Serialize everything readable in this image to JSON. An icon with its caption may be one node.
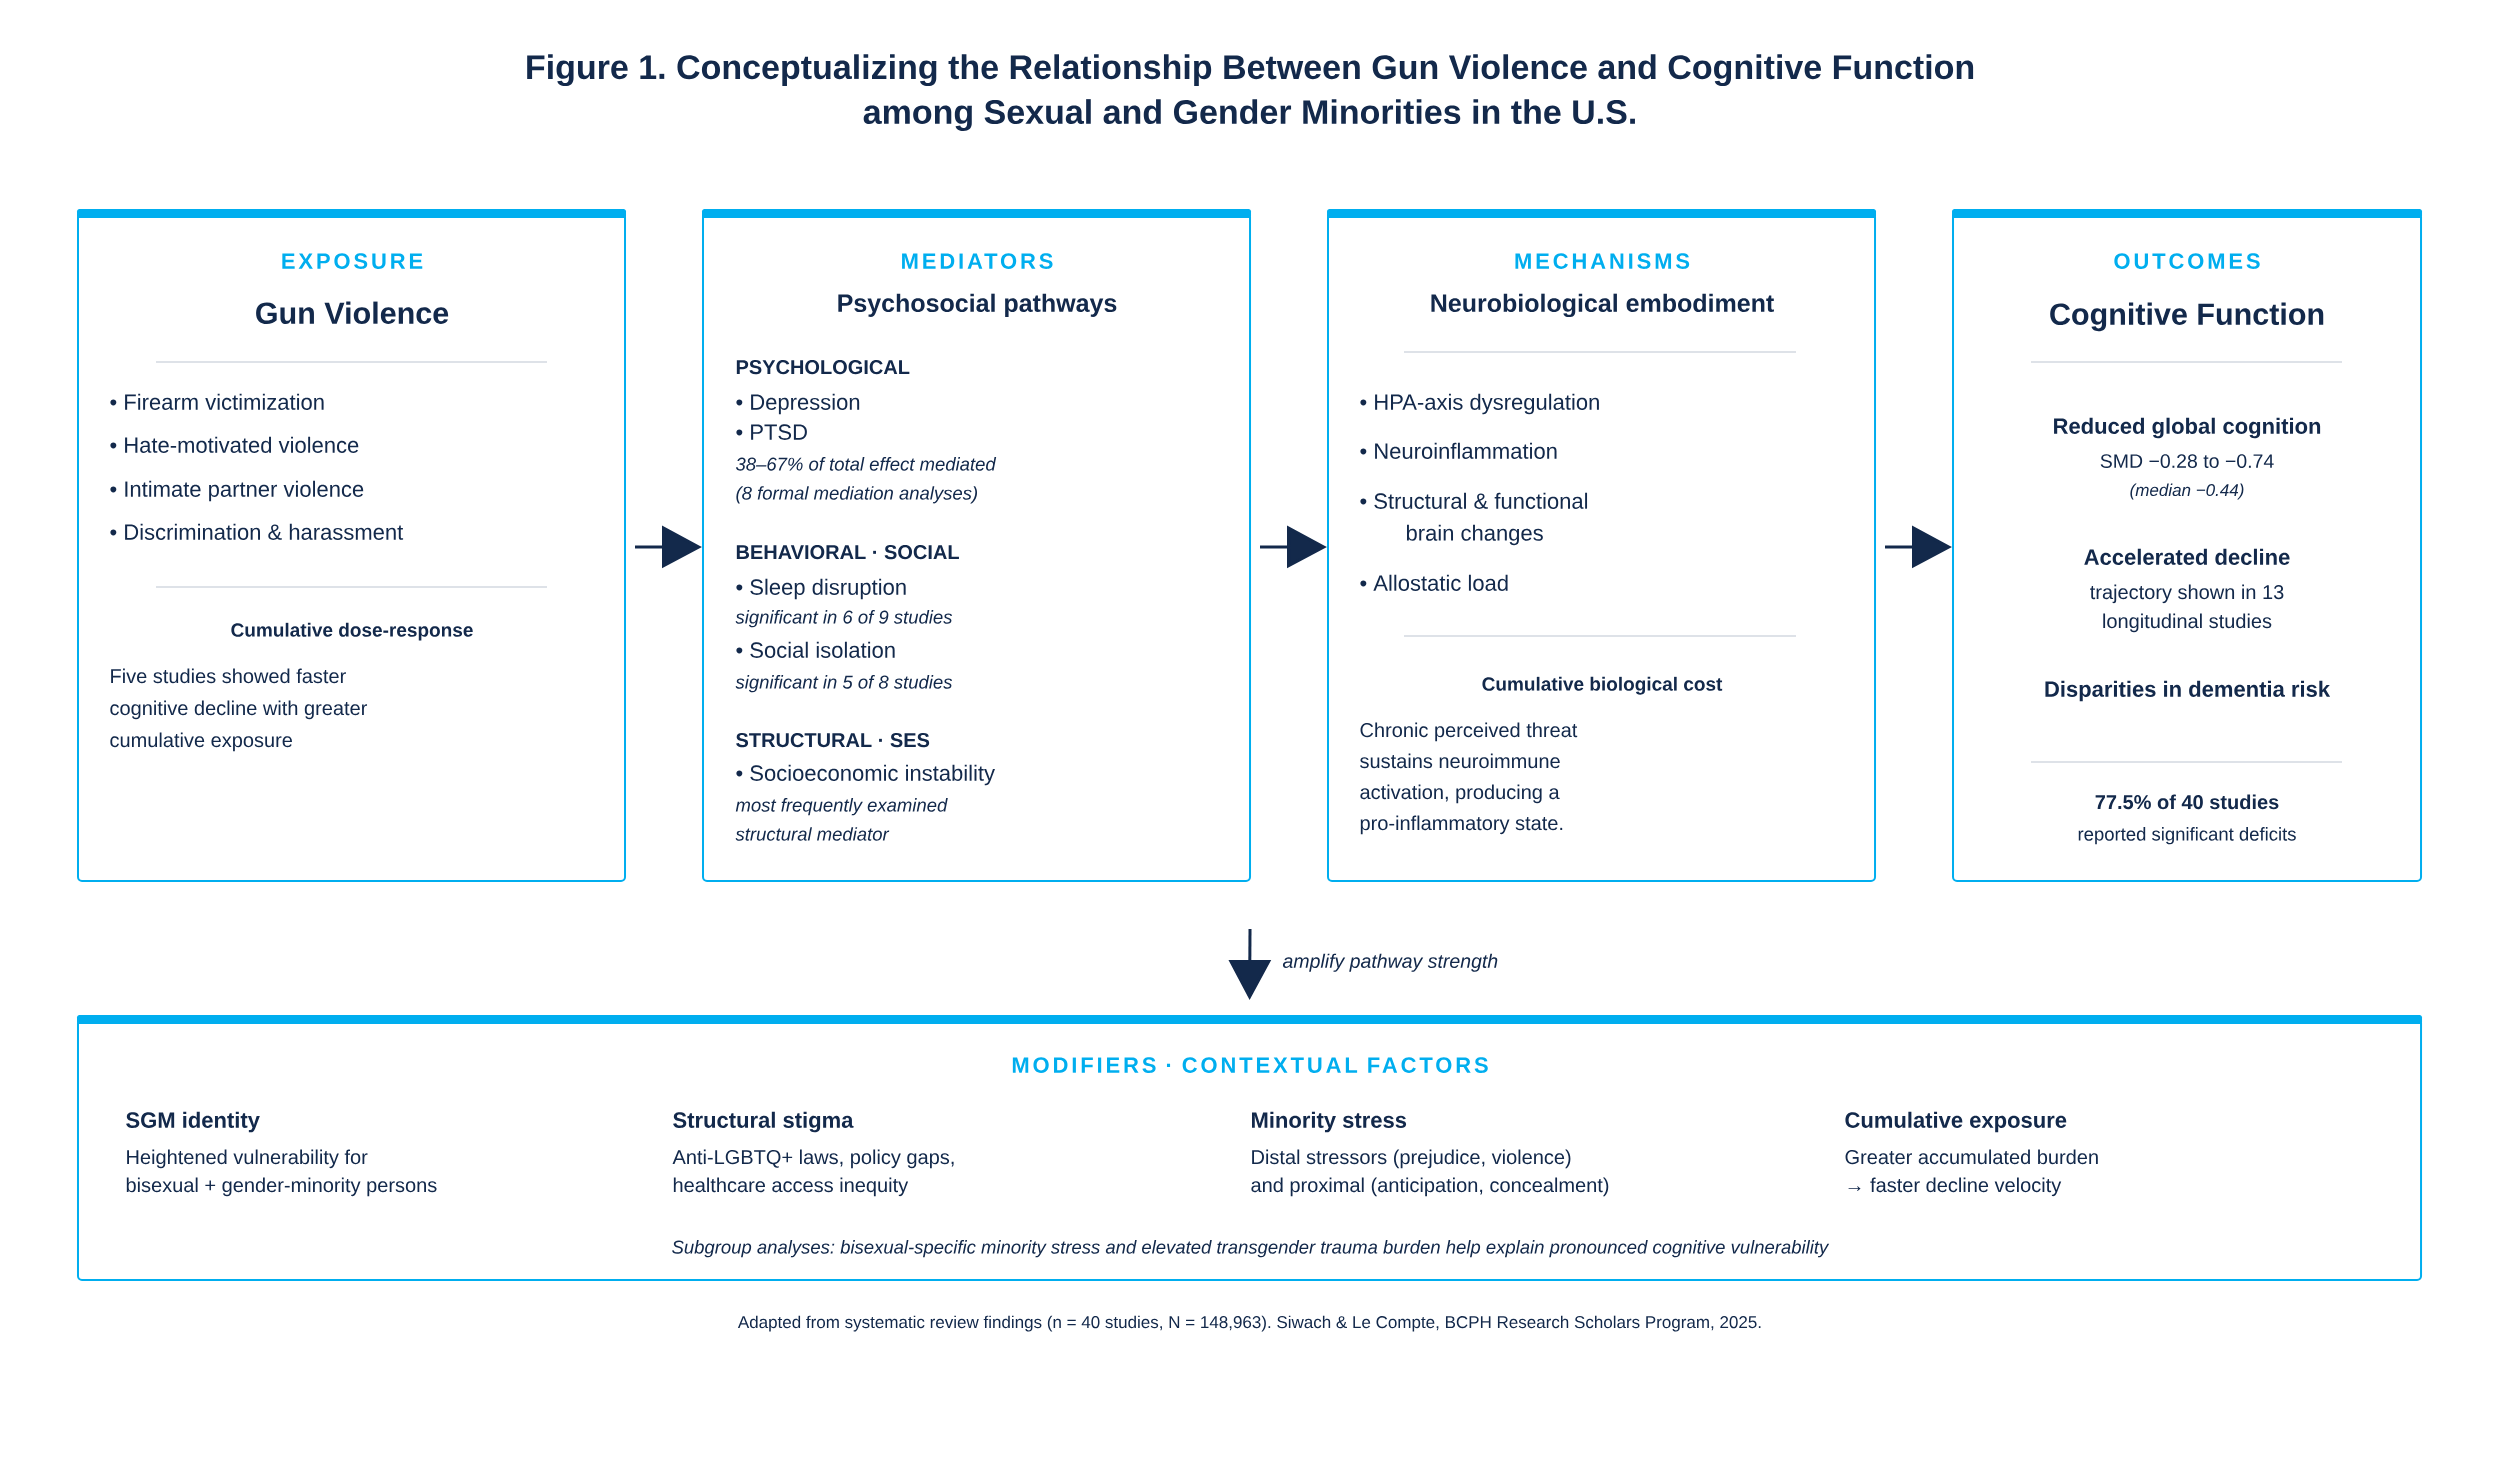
{
  "diagram": {
    "title": "Figure 1. Conceptualizing the Relationship Between Gun Violence and Cognitive Function among Sexual and Gender Minorities in the U.S.",
    "caption": "Adapted from systematic review findings (n = 40 studies, N = 148,963). Siwach & Le Compte, BCPH Research Scholars Program, 2025.",
    "nodes": [
      {
        "text": [
          "EXPOSURE",
          "Gun Violence",
          "• Firearm victimization",
          "• Hate-motivated violence",
          "• Intimate partner violence",
          "• Discrimination & harassment",
          "Cumulative dose-response",
          "Five studies showed faster cognitive decline with greater cumulative exposure"
        ]
      },
      {
        "text": [
          "MEDIATORS",
          "Psychosocial pathways",
          "PSYCHOLOGICAL",
          "• Depression",
          "• PTSD",
          "38–67% of total effect mediated (8 formal mediation analyses)",
          "BEHAVIORAL · SOCIAL",
          "• Sleep disruption",
          "significant in 6 of 9 studies",
          "• Social isolation",
          "significant in 5 of 8 studies",
          "STRUCTURAL · SES",
          "• Socioeconomic instability",
          "most frequently examined structural mediator"
        ]
      },
      {
        "text": [
          "MECHANISMS",
          "Neurobiological embodiment",
          "• HPA-axis dysregulation",
          "• Neuroinflammation",
          "• Structural & functional brain changes",
          "• Allostatic load",
          "Cumulative biological cost",
          "Chronic perceived threat sustains neuroimmune activation, producing a pro-inflammatory state."
        ]
      },
      {
        "text": [
          "OUTCOMES",
          "Cognitive Function",
          "Reduced global cognition",
          "SMD −0.28 to −0.74",
          "(median −0.44)",
          "Accelerated decline",
          "trajectory shown in 13 longitudinal studies",
          "Disparities in dementia risk",
          "77.5% of 40 studies",
          "reported significant deficits"
        ]
      },
      {
        "text": [
          "MODIFIERS · CONTEXTUAL FACTORS",
          "SGM identity",
          "Heightened vulnerability for bisexual + gender-minority persons",
          "Structural stigma",
          "Anti-LGBTQ+ laws, policy gaps, healthcare access inequity",
          "Minority stress",
          "Distal stressors (prejudice, violence) and proximal (anticipation, concealment)",
          "Cumulative exposure",
          "Greater accumulated burden → faster decline velocity",
          "Subgroup analyses: bisexual-specific minority stress and elevated transgender trauma burden help explain pronounced cognitive vulnerability"
        ]
      }
    ],
    "edges": [
      {
        "from": 0,
        "to": 1,
        "arrow": "to"
      },
      {
        "from": 1,
        "to": 2,
        "arrow": "to"
      },
      {
        "from": 2,
        "to": 3,
        "arrow": "to"
      },
      {
        "from": null,
        "to": 4,
        "arrow": "to",
        "label": "amplify pathway strength"
      }
    ]
  }
}
